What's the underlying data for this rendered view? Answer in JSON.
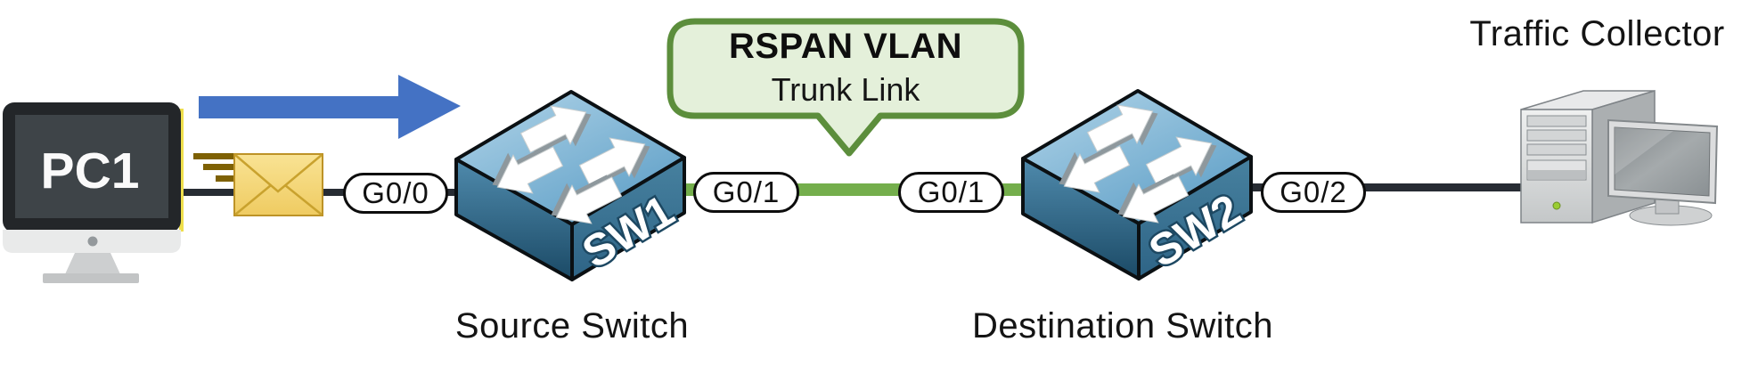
{
  "diagram": {
    "title_context": "RSPAN traffic mirroring topology",
    "devices": {
      "pc": {
        "label": "PC1"
      },
      "sw1": {
        "label": "SW1",
        "caption": "Source Switch"
      },
      "sw2": {
        "label": "SW2",
        "caption": "Destination Switch"
      },
      "collector": {
        "caption": "Traffic Collector"
      }
    },
    "ports": {
      "pc_to_sw1": "G0/0",
      "sw1_trunk": "G0/1",
      "sw2_trunk": "G0/1",
      "sw2_to_collector": "G0/2"
    },
    "callout": {
      "title": "RSPAN VLAN",
      "subtitle": "Trunk Link"
    },
    "icons": {
      "traffic_direction": "blue-arrow-right",
      "mirrored_packet": "envelope-with-speed-lines",
      "switch_glyph": "cisco-workgroup-switch-cube",
      "collector_glyph": "desktop-tower-with-monitor"
    },
    "colors": {
      "arrow_blue": "#4472C4",
      "trunk_green": "#74AE4C",
      "plain_link": "#272C33",
      "callout_fill": "#E4F0DA",
      "callout_border": "#5C8E3C",
      "envelope_gold": "#F5D876",
      "switch_top": "#8FBEDD",
      "switch_dark": "#1B4A66"
    }
  }
}
